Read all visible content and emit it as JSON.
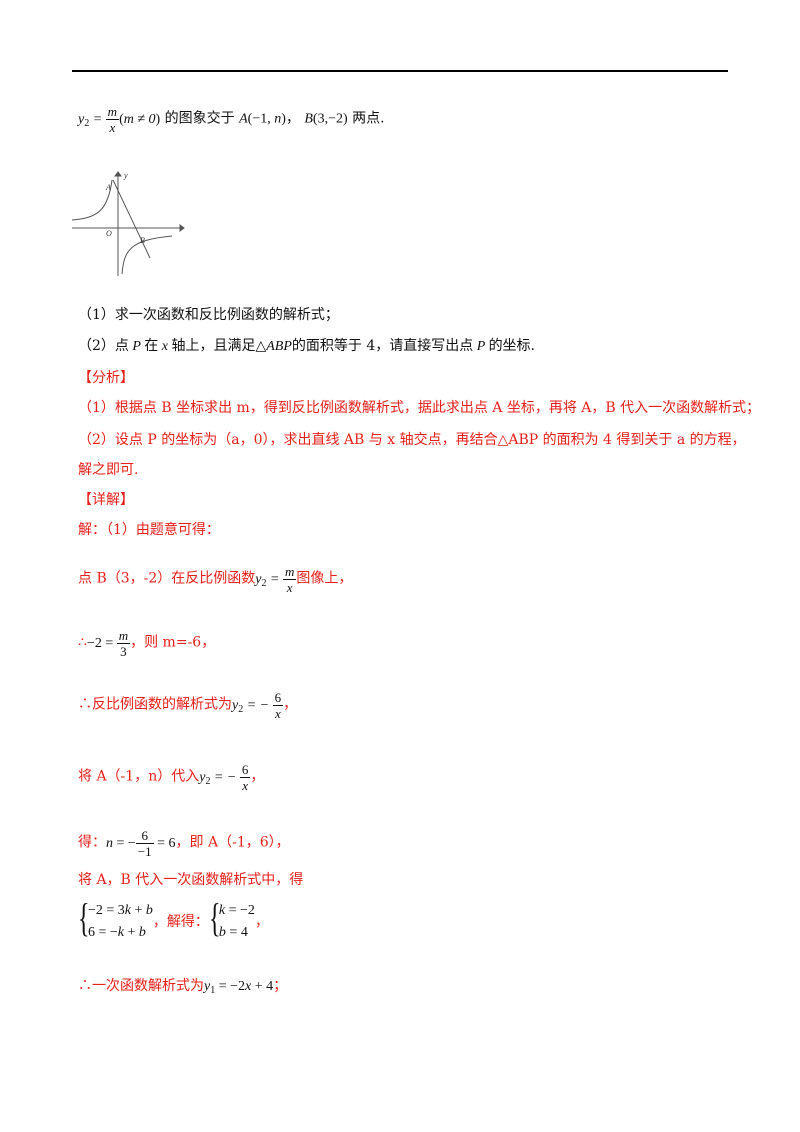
{
  "problem": {
    "stem_tail": "的图象交于",
    "stem_point_sep": "，",
    "stem_end": "两点.",
    "q1": "（1）求一次函数和反比例函数的解析式；",
    "q2_a": "（2）点",
    "q2_b": "在",
    "q2_c": "轴上，且满足",
    "q2_d": "的面积等于 4，请直接写出点",
    "q2_e": "的坐标."
  },
  "figure": {
    "label_y": "y",
    "label_o": "O",
    "label_a": "A",
    "label_b": "B"
  },
  "analysis": {
    "heading": "【分析】",
    "line1": "（1）根据点 B 坐标求出 m，得到反比例函数解析式，据此求出点 A 坐标，再将 A，B 代入一次函数解析式；",
    "line2": "（2）设点 P 的坐标为（a，0），求出直线 AB 与 x 轴交点，再结合△ABP 的面积为 4 得到关于 a 的方程，",
    "line3": "解之即可."
  },
  "detail": {
    "heading": "【详解】",
    "l1": "解：（1）由题意可得：",
    "l2_a": "点 B（3，-2）在反比例函数",
    "l2_b": "图像上，",
    "l3_a": "∴",
    "l3_b": "，则 m=-6，",
    "l4_a": "∴反比例函数的解析式为",
    "l4_b": "，",
    "l5_a": "将 A（-1，n）代入",
    "l5_b": "，",
    "l6_a": "得：",
    "l6_b": "，即 A（-1，6），",
    "l7": "将 A，B 代入一次函数解析式中，得",
    "l8_mid": "，解得：",
    "l8_end": "，",
    "l9_a": "∴一次函数解析式为",
    "l9_b": "；"
  }
}
